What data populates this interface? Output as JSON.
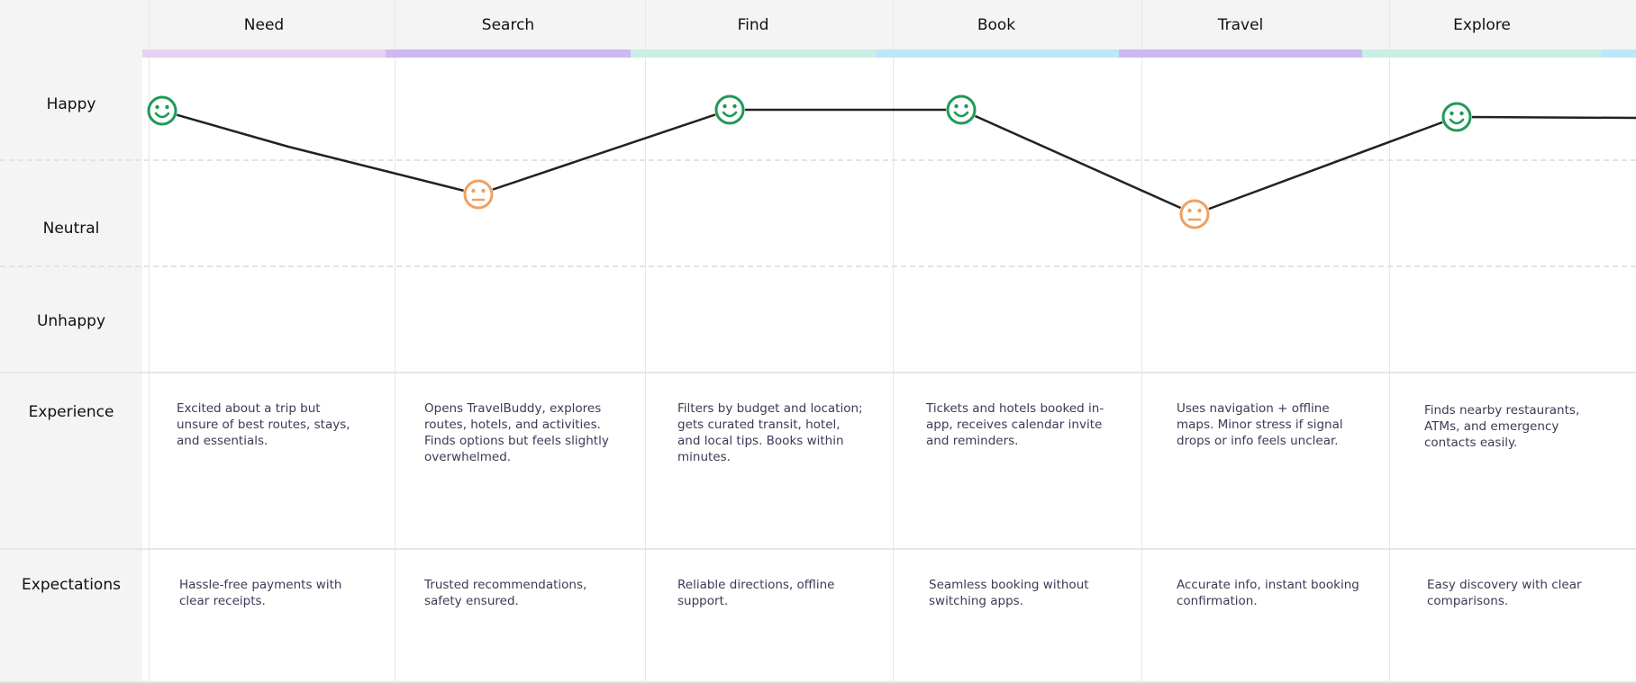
{
  "stages": [
    {
      "name": "Need",
      "bar_color": "#e5d2f1",
      "mood": "happy",
      "experience": "Excited about a trip but unsure of best routes, stays, and essentials.",
      "expectations": "Hassle-free payments with clear receipts."
    },
    {
      "name": "Search",
      "bar_color": "#cdb9f1",
      "mood": "neutral",
      "experience": "Opens TravelBuddy, explores routes, hotels, and activities. Finds options but feels slightly overwhelmed.",
      "expectations": "Trusted recommendations, safety ensured."
    },
    {
      "name": "Find",
      "bar_color": "#c9efe4",
      "mood": "happy",
      "experience": "Filters by budget and location; gets curated transit, hotel, and local tips. Books within minutes.",
      "expectations": "Reliable directions, offline support."
    },
    {
      "name": "Book",
      "bar_color": "#bde7f6",
      "mood": "happy",
      "experience": "Tickets and hotels booked in-app, receives calendar invite and reminders.",
      "expectations": "Seamless booking without switching apps."
    },
    {
      "name": "Travel",
      "bar_color": "#cdb9f1",
      "mood": "neutral",
      "experience": "Uses navigation + offline maps. Minor stress if signal drops or info feels unclear.",
      "expectations": "Accurate info, instant booking confirmation."
    },
    {
      "name": "Explore",
      "bar_color": "#c9efe4",
      "mood": "happy",
      "experience": "Finds nearby restaurants, ATMs, and emergency contacts easily.",
      "expectations": "Easy discovery with clear comparisons."
    }
  ],
  "row_labels": {
    "happy": "Happy",
    "neutral": "Neutral",
    "unhappy": "Unhappy",
    "experience": "Experience",
    "expectations": "Expectations"
  },
  "colors": {
    "happy": "#1f9a57",
    "neutral": "#f0a060",
    "line": "#222222",
    "edge_bar": "#bde7f6"
  },
  "icons": {
    "happy": "happy-face-icon",
    "neutral": "neutral-face-icon"
  }
}
